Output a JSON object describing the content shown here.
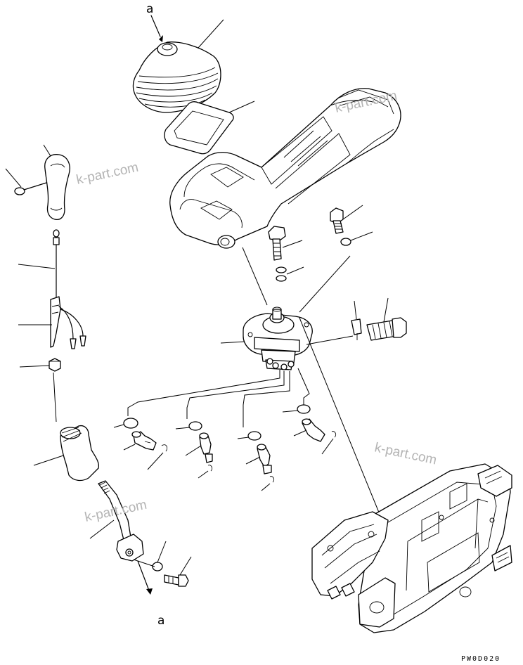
{
  "diagram": {
    "reference_labels": {
      "top": "a",
      "bottom": "a"
    },
    "watermarks": [
      "k-part.com",
      "k-part.com",
      "k-part.com",
      "k-part.com"
    ],
    "drawing_code": "PW0D020"
  }
}
